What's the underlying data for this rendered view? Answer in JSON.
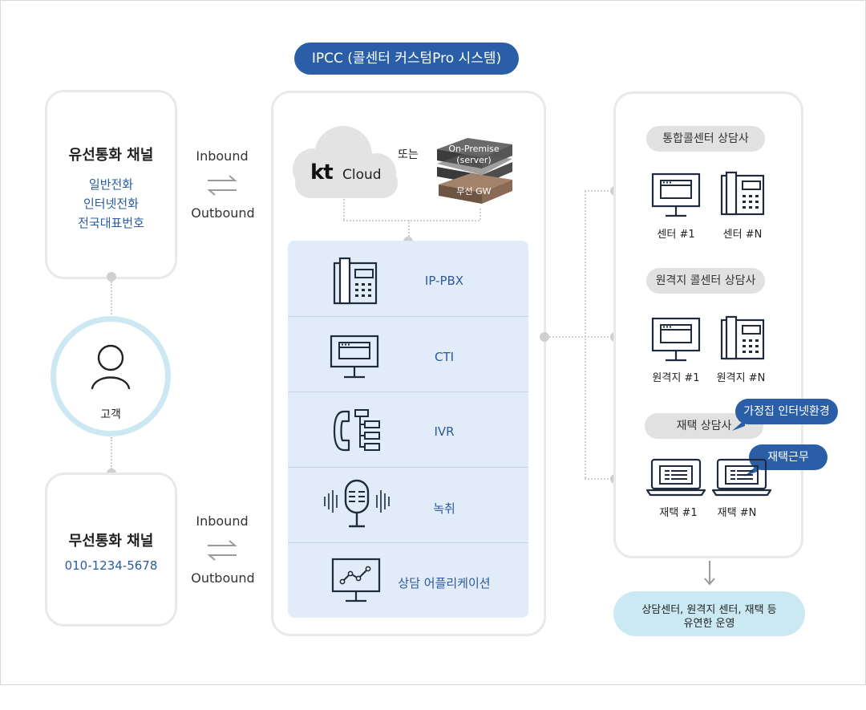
{
  "title": "IPCC (콜센터 커스텀Pro 시스템)",
  "wired_channel": {
    "title": "유선통화 채널",
    "lines": [
      "일반전화",
      "인터넷전화",
      "전국대표번호"
    ]
  },
  "wireless_channel": {
    "title": "무선통화 채널",
    "number": "010-1234-5678"
  },
  "customer": {
    "label": "고객"
  },
  "directions": {
    "top": {
      "inbound": "Inbound",
      "outbound": "Outbound"
    },
    "bottom": {
      "inbound": "Inbound",
      "outbound": "Outbound"
    }
  },
  "cloud": {
    "brand": "kt",
    "label": "Cloud",
    "or_text": "또는",
    "server_line1": "On-Premise",
    "server_line2": "(server)",
    "gw_label": "무선 GW"
  },
  "components": [
    {
      "label": "IP-PBX",
      "icon": "desk-phone-icon"
    },
    {
      "label": "CTI",
      "icon": "monitor-icon"
    },
    {
      "label": "IVR",
      "icon": "phone-tree-icon"
    },
    {
      "label": "녹취",
      "icon": "microphone-icon"
    },
    {
      "label": "상담 어플리케이션",
      "icon": "chart-monitor-icon"
    }
  ],
  "agents": {
    "integrated": {
      "title": "통합콜센터 상담사",
      "devices": [
        "센터 #1",
        "센터 #N"
      ]
    },
    "remote": {
      "title": "원격지 콜센터 상담사",
      "devices": [
        "원격지 #1",
        "원격지 #N"
      ]
    },
    "home": {
      "title": "재택 상담사",
      "devices": [
        "재택 #1",
        "재택 #N"
      ],
      "bubble_internet": "가정집 인터넷환경",
      "bubble_remote": "재택근무"
    }
  },
  "result": {
    "line1": "상담센터, 원격지 센터, 재택 등",
    "line2": "유연한 운영"
  },
  "colors": {
    "primary_blue": "#2a5fa8",
    "panel_blue": "#e2ecf9",
    "customer_ring": "#cce8f2",
    "result_bg": "#cbe9f3",
    "pill_gray": "#e1e1e1"
  }
}
